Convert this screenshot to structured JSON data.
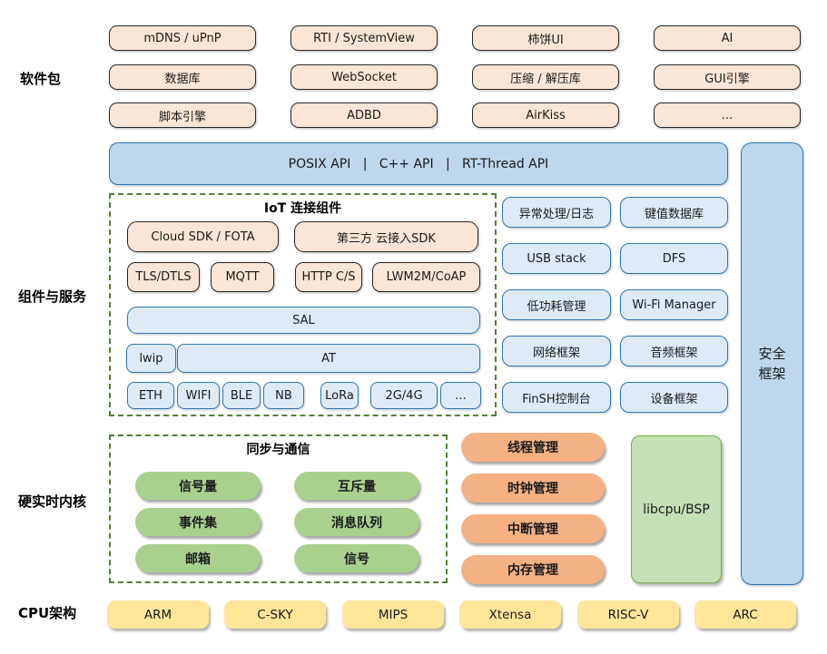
{
  "section_labels": {
    "packages": "软件包",
    "components": "组件与服务",
    "kernel": "硬实时内核",
    "cpu": "CPU架构"
  },
  "packages": {
    "rows": [
      [
        "mDNS / uPnP",
        "RTI / SystemView",
        "柿饼UI",
        "AI"
      ],
      [
        "数据库",
        "WebSocket",
        "压缩 / 解压库",
        "GUI引擎"
      ],
      [
        "脚本引擎",
        "ADBD",
        "AirKiss",
        "..."
      ]
    ]
  },
  "api_bar": {
    "text": "POSIX API   |   C++ API   |   RT-Thread API"
  },
  "security_bar": {
    "text": "安全框架"
  },
  "iot": {
    "title": "IoT 连接组件",
    "sdk_row": [
      "Cloud SDK / FOTA",
      "第三方 云接入SDK"
    ],
    "protocol_row": [
      "TLS/DTLS",
      "MQTT",
      "HTTP C/S",
      "LWM2M/CoAP"
    ],
    "sal": "SAL",
    "lwip": "lwip",
    "at": "AT",
    "link_row": [
      "ETH",
      "WIFI",
      "BLE",
      "NB",
      "LoRa",
      "2G/4G",
      "..."
    ]
  },
  "services": {
    "rows": [
      [
        "异常处理/日志",
        "键值数据库"
      ],
      [
        "USB stack",
        "DFS"
      ],
      [
        "低功耗管理",
        "Wi-Fi Manager"
      ],
      [
        "网络框架",
        "音频框架"
      ],
      [
        "FinSH控制台",
        "设备框架"
      ]
    ]
  },
  "kernel": {
    "sync_title": "同步与通信",
    "sync_rows": [
      [
        "信号量",
        "互斥量"
      ],
      [
        "事件集",
        "消息队列"
      ],
      [
        "邮箱",
        "信号"
      ]
    ],
    "managers": [
      "线程管理",
      "时钟管理",
      "中断管理",
      "内存管理"
    ],
    "libcpu": "libcpu/BSP"
  },
  "cpu": {
    "items": [
      "ARM",
      "C-SKY",
      "MIPS",
      "Xtensa",
      "RISC-V",
      "ARC"
    ]
  },
  "colors": {
    "peach_fill": "#FBE5D6",
    "peach_border": "#262626",
    "blue_fill": "#DEEBF7",
    "blue_border": "#2E75B6",
    "bar_fill": "#BDD7EE",
    "dash_border": "#538135",
    "green_pill": "#A9D18E",
    "orange_pill": "#F4B183",
    "yellow_pill": "#FFE699",
    "libcpu_fill": "#C5E0B4",
    "libcpu_border": "#70AD47"
  }
}
